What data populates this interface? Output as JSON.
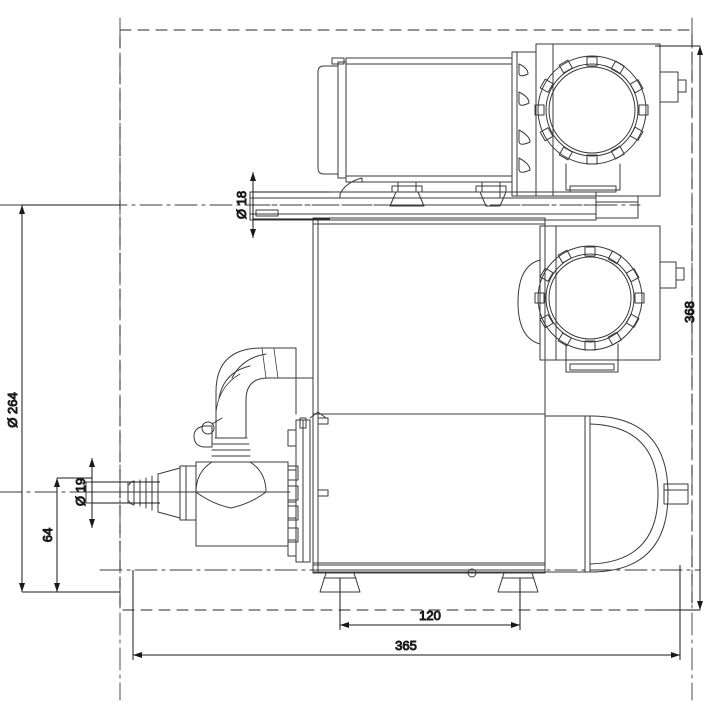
{
  "drawing": {
    "title": "Pump unit assembly — side elevation (technical dimensioned drawing)",
    "type": "engineering-line-drawing",
    "units": "mm",
    "line_color": "#3a3a3a",
    "dim_color": "#1a1a1a",
    "background": "#ffffff"
  },
  "dimensions": {
    "overall_width": "365",
    "overall_height_right": "368",
    "bore_left_large": "Ø 264",
    "bore_inlet": "Ø 19",
    "bore_outlet_top": "Ø 18",
    "foot_spacing": "120",
    "inlet_height": "64"
  },
  "labels": {
    "diameter_symbol": "Ø",
    "d264": "264",
    "d19": "19",
    "d18": "18",
    "h64": "64",
    "w120": "120",
    "w365": "365",
    "h368": "368"
  },
  "components": [
    {
      "name": "electric-motor",
      "position": "top-left"
    },
    {
      "name": "upper-pump-head-flange",
      "position": "top-right"
    },
    {
      "name": "lower-pump-head-flange",
      "position": "middle-right"
    },
    {
      "name": "reservoir-tank",
      "position": "center"
    },
    {
      "name": "accumulator-vessel",
      "position": "bottom-right"
    },
    {
      "name": "inlet-hose-barb",
      "position": "left"
    },
    {
      "name": "suction-elbow-pipe",
      "position": "left-center"
    },
    {
      "name": "mounting-feet",
      "position": "bottom"
    },
    {
      "name": "outer-envelope-boundary",
      "position": "frame"
    }
  ]
}
